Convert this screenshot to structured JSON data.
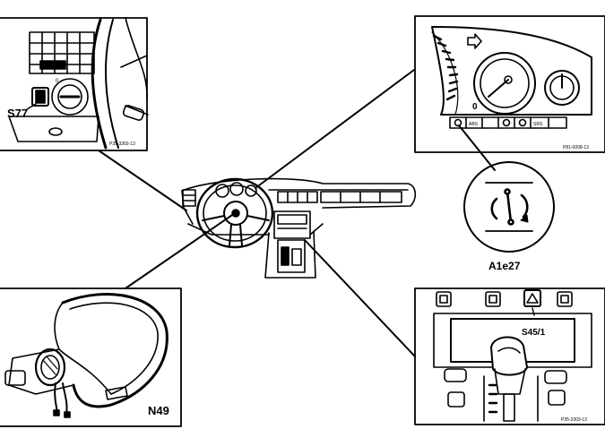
{
  "labels": {
    "switch_s77": "S77",
    "symbol_a1e27": "A1e27",
    "switch_s45_1": "S45/1",
    "component_n49": "N49"
  },
  "figure_refs": {
    "top_left": "P35-3302-13",
    "top_right": "P81-0008-13",
    "bottom_right": "P35-3303-13"
  },
  "colors": {
    "ink": "#000000",
    "paper": "#ffffff"
  },
  "icons": [
    "steering-wheel-icon",
    "instrument-cluster-icon",
    "shift-lever-icon",
    "hazard-switch-icon",
    "stop-lamp-symbol-icon"
  ]
}
